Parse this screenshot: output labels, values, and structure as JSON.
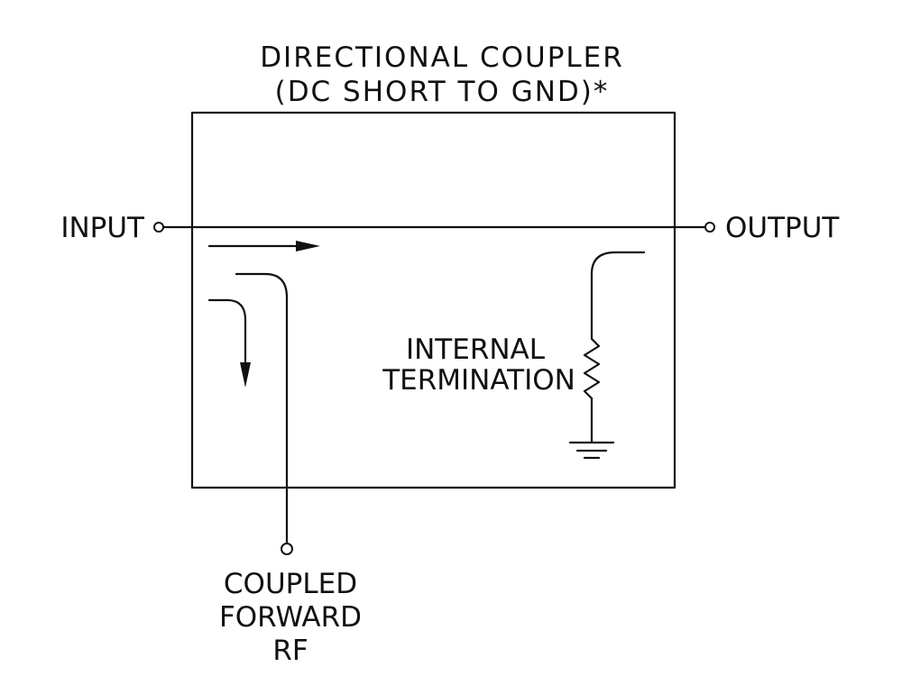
{
  "title": {
    "line1": "DIRECTIONAL COUPLER",
    "line2": "(DC SHORT TO GND)*"
  },
  "ports": {
    "input": "INPUT",
    "output": "OUTPUT",
    "coupled": {
      "line1": "COUPLED",
      "line2": "FORWARD",
      "line3": "RF"
    }
  },
  "termination": {
    "line1": "INTERNAL",
    "line2": "TERMINATION"
  },
  "icons": {
    "resistor": "resistor-icon",
    "ground": "ground-icon",
    "port": "port-terminal-icon",
    "arrow": "arrow-icon"
  }
}
